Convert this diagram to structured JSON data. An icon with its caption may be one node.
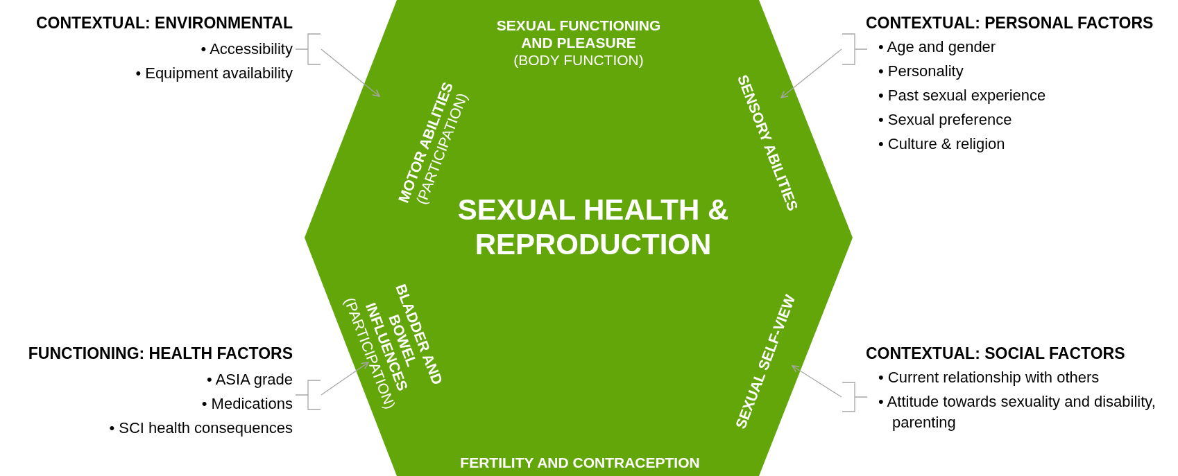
{
  "diagram": {
    "nodes": [
      {
        "text": [
          "SEXUAL FUNCTIONING AND PLEASURE",
          "(BODY FUNCTION)",
          "MOTOR ABILITIES",
          "(PARTICIPATION)",
          "SENSORY ABILITIES",
          "SEXUAL HEALTH & REPRODUCTION",
          "BLADDER AND BOWEL INFLUENCES",
          "(PARTICIPATION)",
          "SEXUAL SELF-VIEW",
          "FERTILITY AND CONTRACEPTION"
        ]
      },
      {
        "text": [
          "CONTEXTUAL: ENVIRONMENTAL",
          "• Accessibility",
          "• Equipment availability"
        ]
      },
      {
        "text": [
          "CONTEXTUAL: PERSONAL FACTORS",
          "• Age and gender",
          "• Personality",
          "• Past sexual experience",
          "• Sexual preference",
          "• Culture & religion"
        ]
      },
      {
        "text": [
          "FUNCTIONING: HEALTH FACTORS",
          "• ASIA grade",
          "• Medications",
          "• SCI health consequences"
        ]
      },
      {
        "text": [
          "CONTEXTUAL: SOCIAL FACTORS",
          "• Current relationship with others",
          "• Attitude towards sexuality and disability, parenting"
        ]
      }
    ],
    "edges": [
      {
        "from": 1,
        "to": 0,
        "arrow": "to"
      },
      {
        "from": 2,
        "to": 0,
        "arrow": "to"
      },
      {
        "from": 3,
        "to": 0,
        "arrow": "to"
      },
      {
        "from": 4,
        "to": 0,
        "arrow": "to"
      }
    ]
  }
}
